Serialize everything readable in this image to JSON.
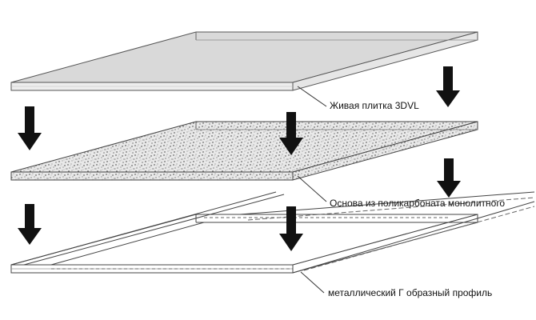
{
  "labels": {
    "top_layer": "Живая плитка 3DVL",
    "middle_layer": "Основа из поликарбоната монолитного",
    "bottom_layer": "металлический  Г образный профиль"
  },
  "colors": {
    "top_face": "#d9d9d9",
    "top_edge": "#eeeeee",
    "stroke": "#444444",
    "arrow": "#111111",
    "speckle": "#333333"
  },
  "icons": {
    "arrow": "down-arrow-icon"
  }
}
